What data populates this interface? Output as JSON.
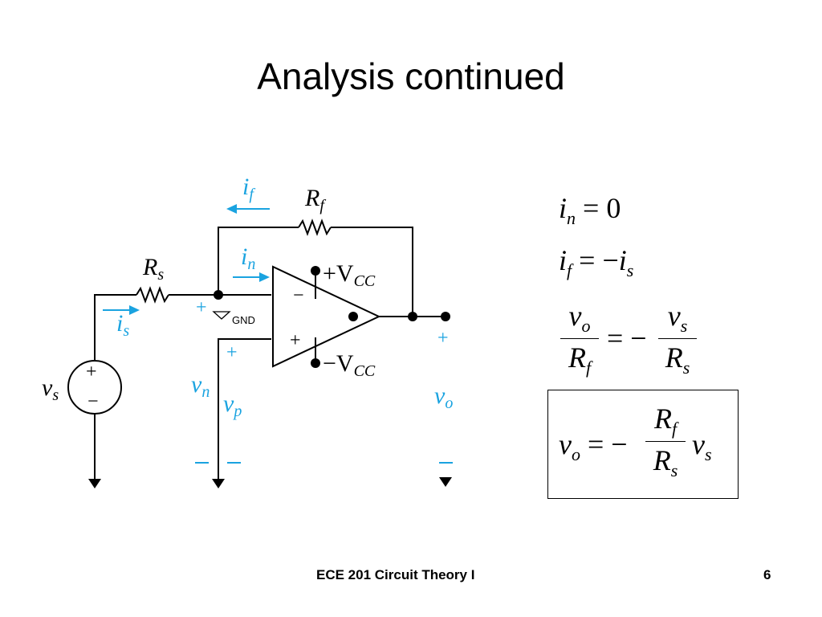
{
  "title": "Analysis continued",
  "circuit": {
    "labels": {
      "Rf": "R",
      "Rf_sub": "f",
      "Rs": "R",
      "Rs_sub": "s",
      "if": "i",
      "if_sub": "f",
      "in": "i",
      "in_sub": "n",
      "is": "i",
      "is_sub": "s",
      "vs": "v",
      "vs_sub": "s",
      "vn": "v",
      "vn_sub": "n",
      "vp": "v",
      "vp_sub": "p",
      "vo": "v",
      "vo_sub": "o",
      "vcc_pos": "+V",
      "vcc_pos_sub": "CC",
      "vcc_neg": "−V",
      "vcc_neg_sub": "CC",
      "gnd": "GND",
      "plus": "+",
      "minus": "−"
    },
    "colors": {
      "wire": "#000000",
      "accent": "#1aa3e0"
    }
  },
  "equations": {
    "eq1": {
      "lhs": "i",
      "lhs_sub": "n",
      "rhs": "= 0"
    },
    "eq2": {
      "lhs": "i",
      "lhs_sub": "f",
      "op": "= −",
      "rhs": "i",
      "rhs_sub": "s"
    },
    "eq3": {
      "num1": "v",
      "num1_sub": "o",
      "den1": "R",
      "den1_sub": "f",
      "op": "= −",
      "num2": "v",
      "num2_sub": "s",
      "den2": "R",
      "den2_sub": "s"
    },
    "boxed": {
      "lhs": "v",
      "lhs_sub": "o",
      "op": "= −",
      "num": "R",
      "num_sub": "f",
      "den": "R",
      "den_sub": "s",
      "rhs": "v",
      "rhs_sub": "s"
    }
  },
  "footer": {
    "course": "ECE 201 Circuit Theory  I",
    "page": "6"
  }
}
